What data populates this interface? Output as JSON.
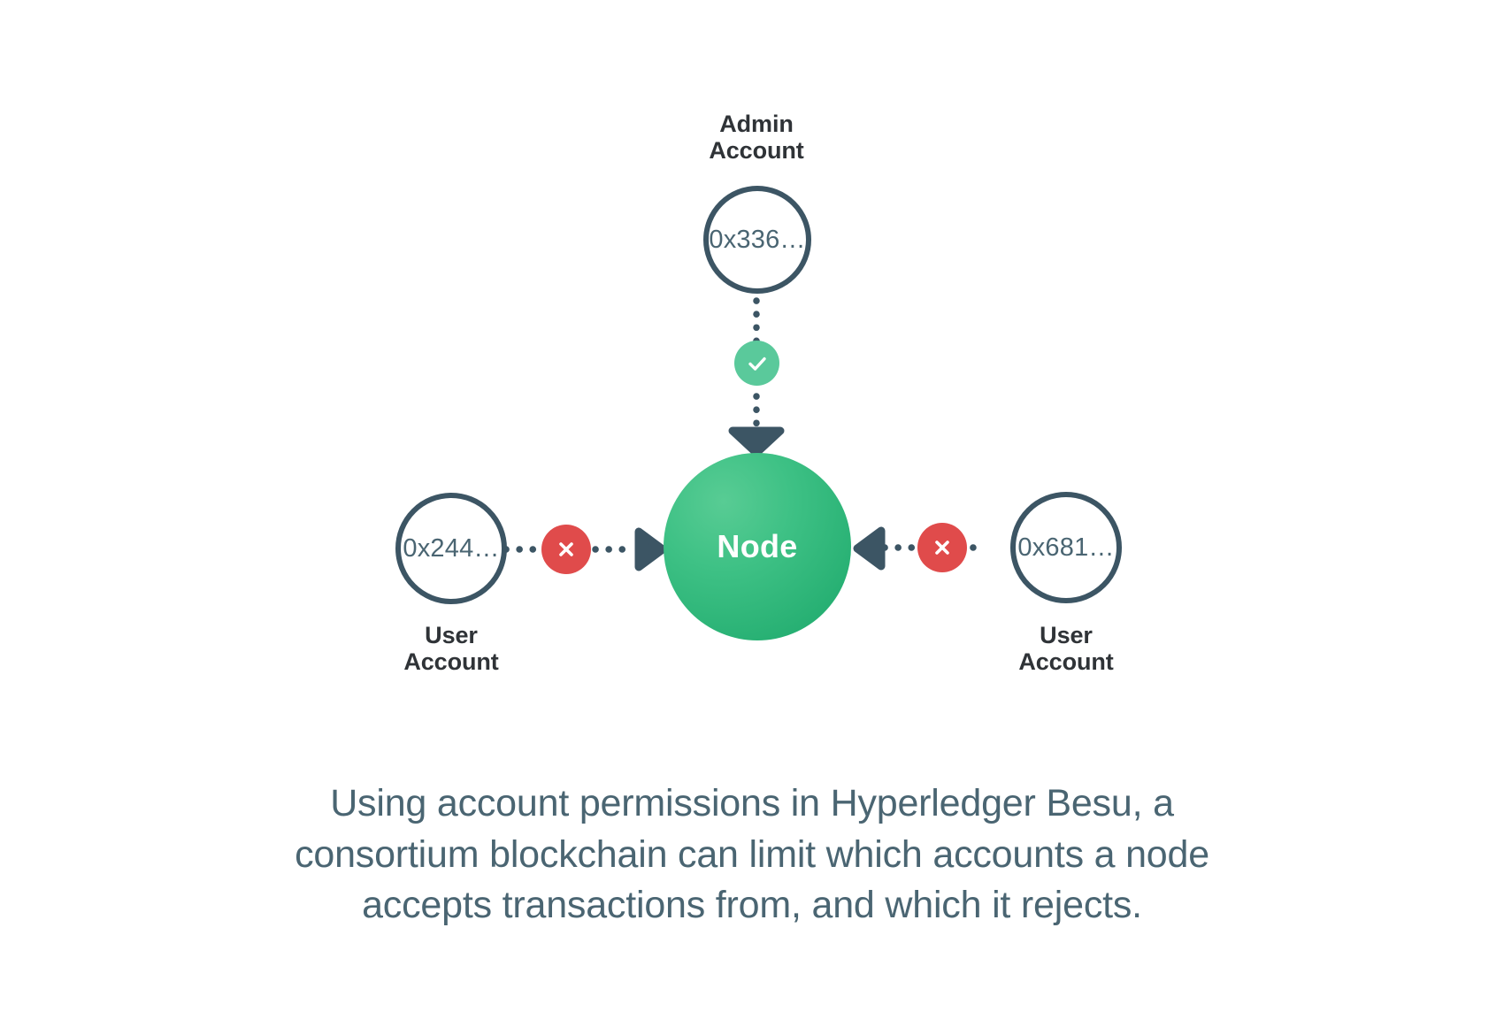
{
  "diagram": {
    "title_alt": "Account permissions in Hyperledger Besu",
    "colors": {
      "slate": "#3c5564",
      "node_green": "#2bb673",
      "allow_green": "#5ac99b",
      "deny_red": "#e04b4b",
      "label_dark": "#2f3337",
      "caption_slate": "#4a6572",
      "background": "#ffffff"
    },
    "node": {
      "label": "Node"
    },
    "accounts": [
      {
        "id": "admin",
        "label": "Admin\nAccount",
        "address": "0x336…",
        "permission": "allowed",
        "badge_icon": "check-icon"
      },
      {
        "id": "user-left",
        "label": "User\nAccount",
        "address": "0x244…",
        "permission": "rejected",
        "badge_icon": "cross-icon"
      },
      {
        "id": "user-right",
        "label": "User\nAccount",
        "address": "0x681…",
        "permission": "rejected",
        "badge_icon": "cross-icon"
      }
    ]
  },
  "caption": {
    "text": "Using account permissions in Hyperledger Besu, a\nconsortium blockchain can limit which accounts a node\naccepts transactions from, and which it rejects."
  }
}
